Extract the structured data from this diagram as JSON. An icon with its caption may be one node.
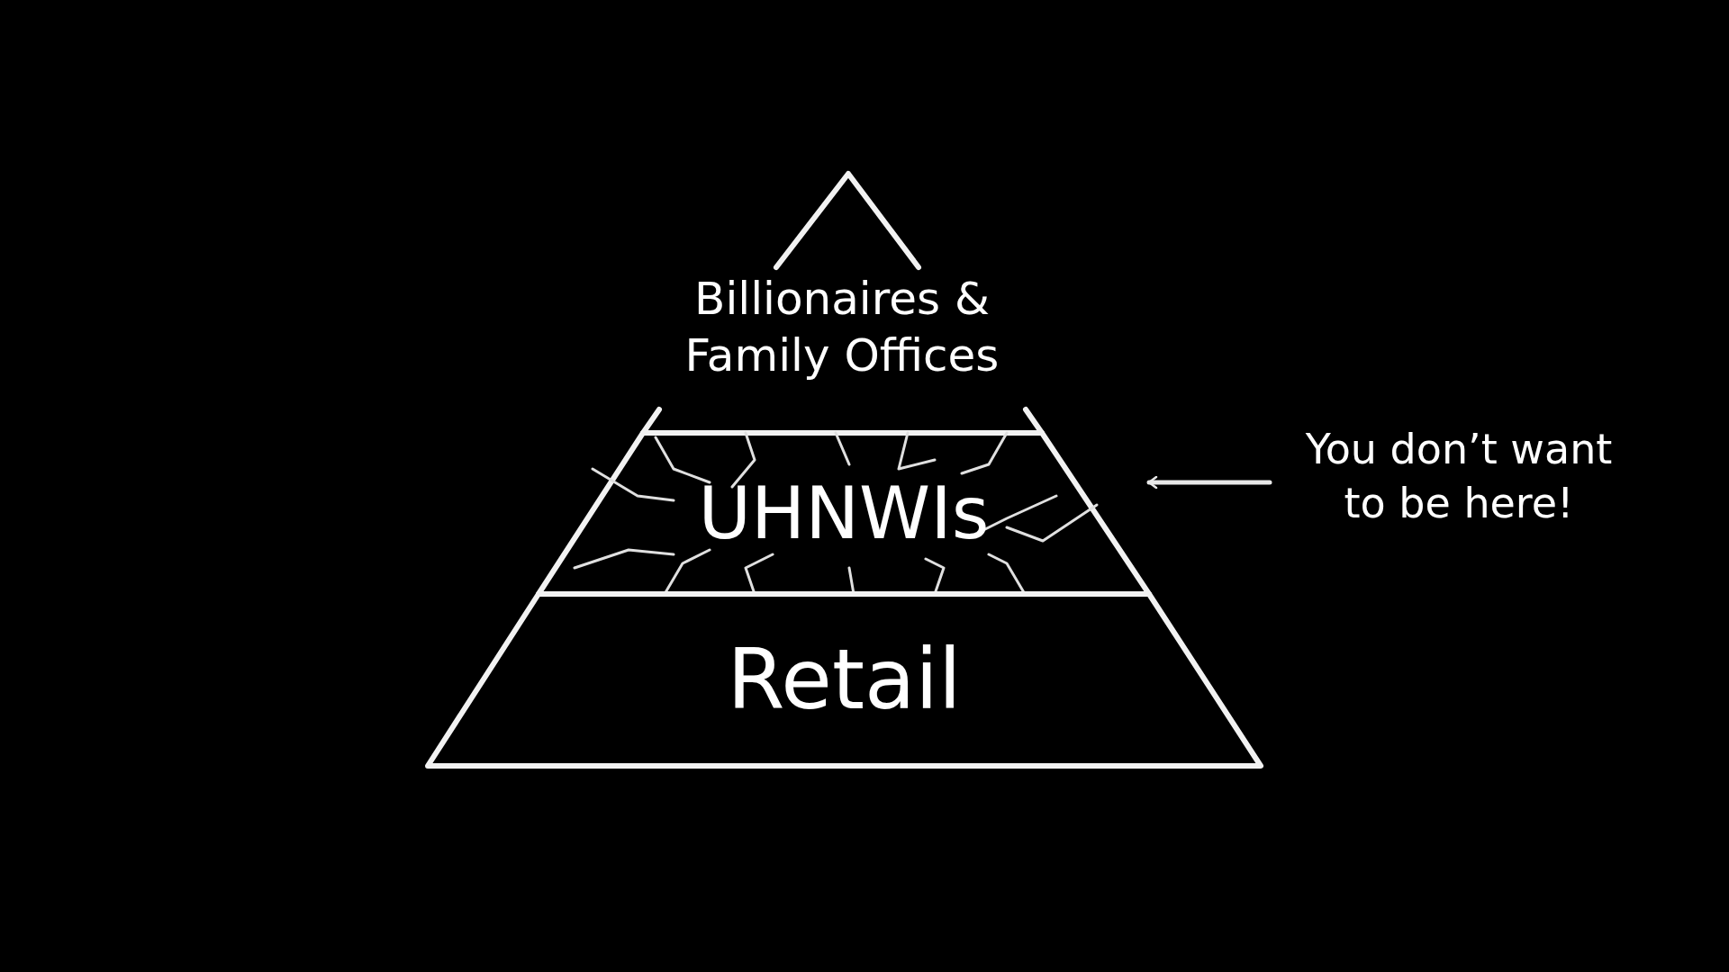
{
  "diagram": {
    "nodes": [
      {
        "text": [
          "Billionaires & Family Offices"
        ]
      },
      {
        "text": [
          "UHNWIs"
        ]
      },
      {
        "text": [
          "Retail"
        ]
      },
      {
        "text": [
          "You don’t want to be here!"
        ]
      }
    ],
    "edges": [
      {
        "from": 3,
        "to": 1,
        "arrow": "to"
      }
    ]
  }
}
